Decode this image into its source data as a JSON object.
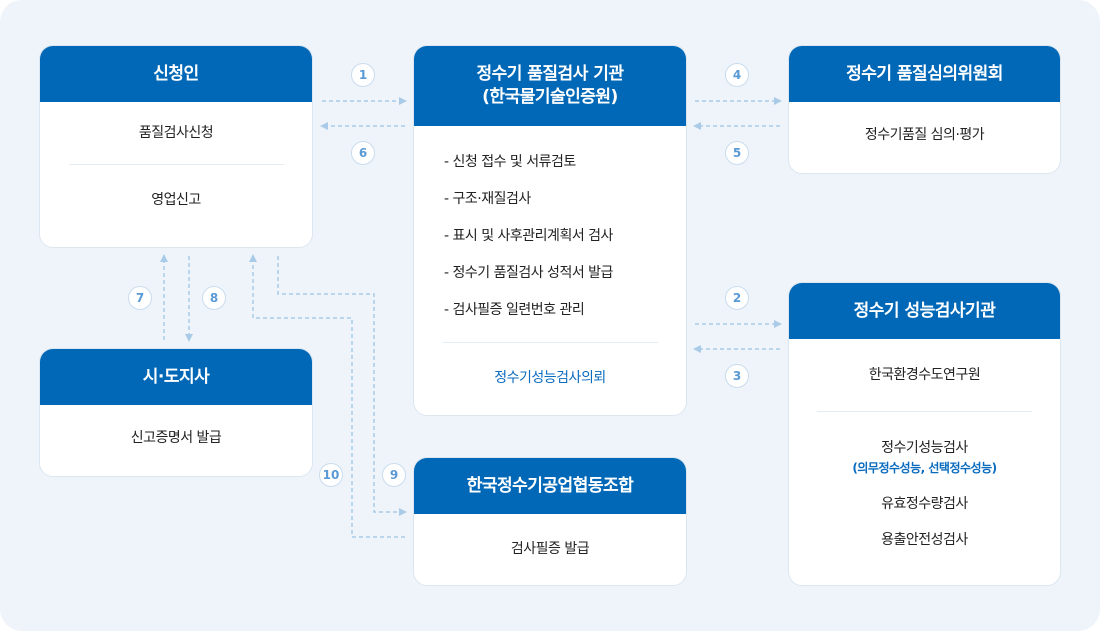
{
  "applicant": {
    "title": "신청인",
    "items": [
      "품질검사신청",
      "영업신고"
    ]
  },
  "agency": {
    "title": "정수기 품질검사 기관\n(한국물기술인증원)",
    "title_line1": "정수기 품질검사 기관",
    "title_line2": "(한국물기술인증원)",
    "items": [
      "-  신청 접수 및 서류검토",
      "-  구조·재질검사",
      "-  표시 및 사후관리계획서 검사",
      "-  정수기 품질검사 성적서 발급",
      "-  검사필증 일련번호 관리"
    ],
    "footer": "정수기성능검사의뢰"
  },
  "committee": {
    "title": "정수기 품질심의위원회",
    "items": [
      "정수기품질 심의·평가"
    ]
  },
  "performance": {
    "title": "정수기 성능검사기관",
    "org": "한국환경수도연구원",
    "test1": "정수기성능검사",
    "test1_note": "(의무정수성능, 선택정수성능)",
    "test2": "유효정수량검사",
    "test3": "용출안전성검사"
  },
  "governor": {
    "title": "시·도지사",
    "items": [
      "신고증명서 발급"
    ]
  },
  "union": {
    "title": "한국정수기공업협동조합",
    "items": [
      "검사필증 발급"
    ]
  },
  "steps": [
    "1",
    "2",
    "3",
    "4",
    "5",
    "6",
    "7",
    "8",
    "9",
    "10"
  ],
  "colors": {
    "header": "#0068b7",
    "arrow": "#a9cbe8",
    "background": "#eef4f9"
  }
}
